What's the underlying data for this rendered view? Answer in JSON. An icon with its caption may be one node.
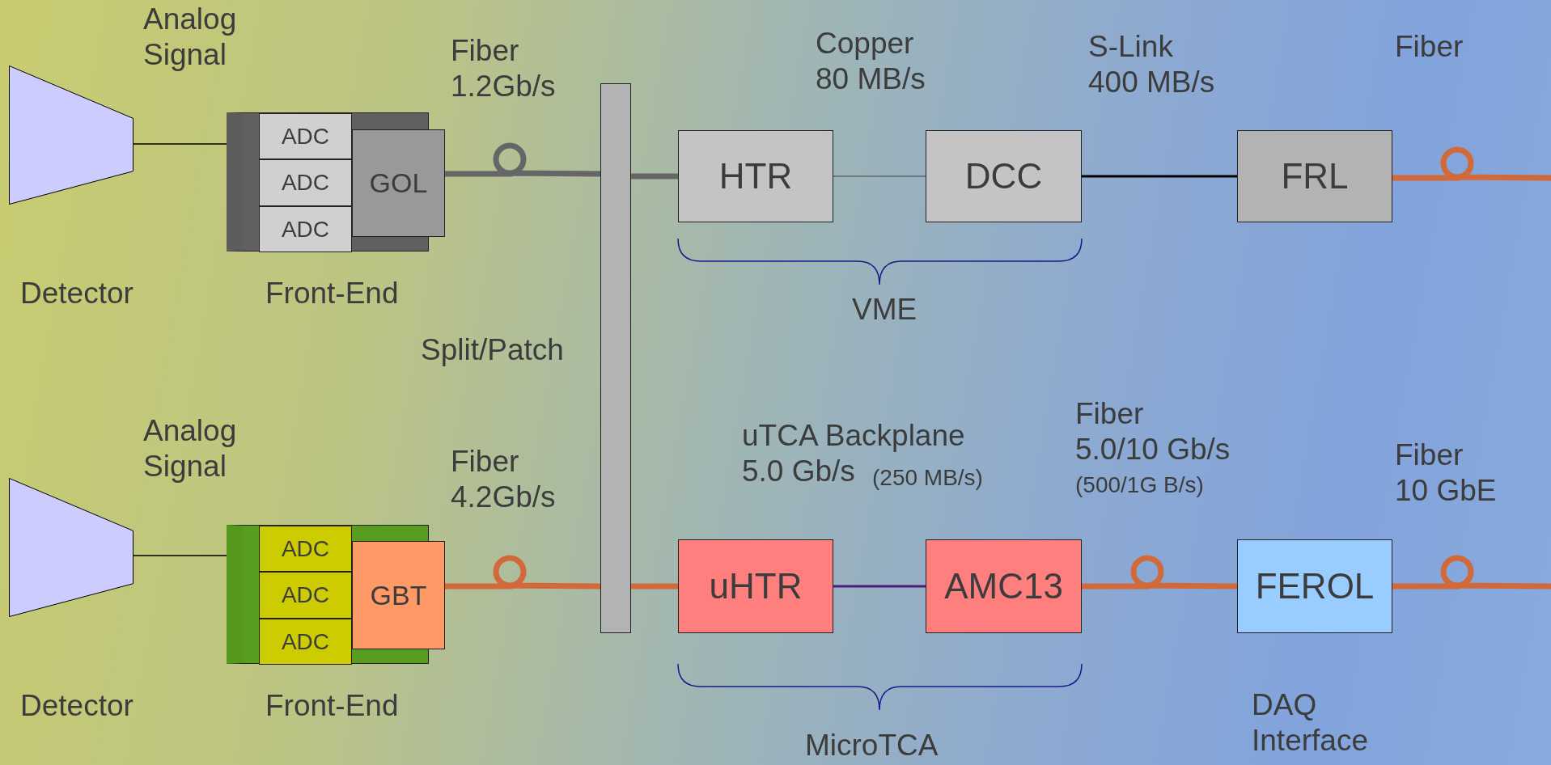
{
  "diagram": {
    "nodes": [
      {
        "text": [],
        "shape": "trapezoid",
        "beside": [
          "Detector"
        ]
      },
      {
        "text": [],
        "shape": "box",
        "beside": [
          "Front-End"
        ]
      },
      {
        "text": [
          "ADC"
        ],
        "in": 1
      },
      {
        "text": [
          "ADC"
        ],
        "in": 1
      },
      {
        "text": [
          "ADC"
        ],
        "in": 1
      },
      {
        "text": [
          "GOL"
        ],
        "in": 1
      },
      {
        "text": [],
        "shape": "bar",
        "beside": [
          "Split/Patch"
        ]
      },
      {
        "text": [
          "HTR"
        ]
      },
      {
        "text": [
          "DCC"
        ]
      },
      {
        "text": [
          "FRL"
        ]
      },
      {
        "text": [],
        "shape": "trapezoid",
        "beside": [
          "Detector"
        ]
      },
      {
        "text": [],
        "shape": "box",
        "beside": [
          "Front-End"
        ]
      },
      {
        "text": [
          "ADC"
        ],
        "in": 11
      },
      {
        "text": [
          "ADC"
        ],
        "in": 11
      },
      {
        "text": [
          "ADC"
        ],
        "in": 11
      },
      {
        "text": [
          "GBT"
        ],
        "in": 11
      },
      {
        "text": [
          "uHTR"
        ]
      },
      {
        "text": [
          "AMC13"
        ]
      },
      {
        "text": [
          "FEROL"
        ]
      }
    ],
    "edges": [
      {
        "from": 0,
        "to": 1,
        "arrow": "none",
        "color": "#000000"
      },
      {
        "from": 5,
        "to": 6,
        "arrow": "none",
        "color": "#666666"
      },
      {
        "from": 6,
        "to": 7,
        "arrow": "none",
        "color": "#666666"
      },
      {
        "from": 7,
        "to": 8,
        "arrow": "none",
        "color": "#666666"
      },
      {
        "from": 8,
        "to": 9,
        "arrow": "none",
        "color": "#000000"
      },
      {
        "from": 9,
        "to": null,
        "arrow": "none"
      },
      {
        "from": 10,
        "to": 11,
        "arrow": "none",
        "color": "#000000"
      },
      {
        "from": 15,
        "to": 6,
        "arrow": "none"
      },
      {
        "from": 6,
        "to": 16,
        "arrow": "none"
      },
      {
        "from": 16,
        "to": 17,
        "arrow": "none",
        "color": "#4b1e7a"
      },
      {
        "from": 17,
        "to": 18,
        "arrow": "none"
      },
      {
        "from": 18,
        "to": null,
        "arrow": "none"
      }
    ],
    "labels": [
      "Analog Signal",
      "Fiber 1.2Gb/s",
      "Copper 80 MB/s",
      "S-Link 400 MB/s",
      "Fiber",
      "VME",
      "Analog Signal",
      "uTCA Backplane 5.0 Gb/s",
      "(250 MB/s)",
      "Fiber 5.0/10 Gb/s",
      "(500/1G B/s)",
      "Fiber 4.2Gb/s",
      "Fiber 10 GbE",
      "MicroTCA",
      "DAQ Interface"
    ]
  }
}
